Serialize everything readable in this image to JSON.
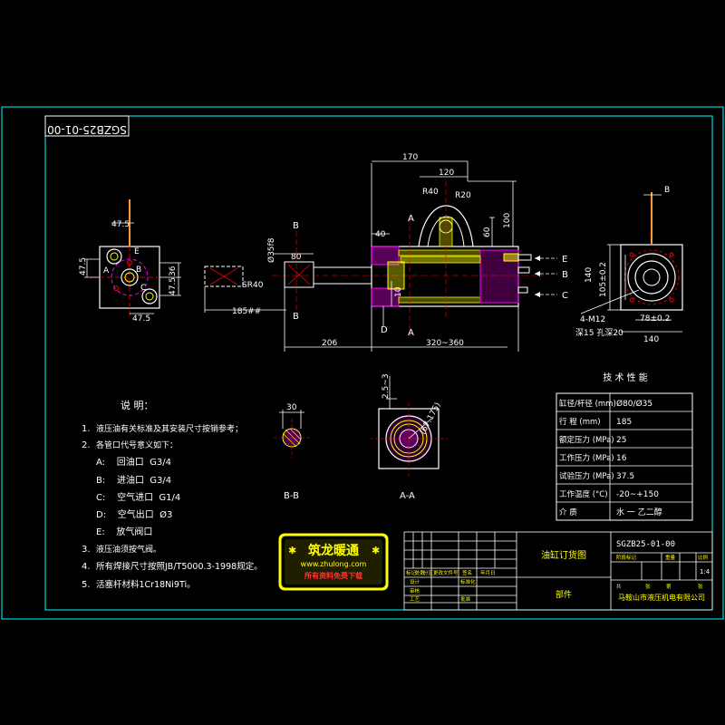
{
  "drawing_number": "SGZB25-01-00",
  "colors": {
    "background": "#000000",
    "frame": "#00ffff",
    "outline": "#ffffff",
    "dimension": "#ffffff",
    "hatch": "#ffff00",
    "section_fill": "#ff00ff",
    "accent": "#ff0000",
    "logo_yellow": "#ffff00",
    "logo_red": "#ff0000"
  },
  "dimensions": {
    "d_170": "170",
    "d_120": "120",
    "d_r40": "R40",
    "d_r20": "R20",
    "d_100": "100",
    "d_60": "60",
    "d_40": "40",
    "d_a": "A",
    "d_b": "B",
    "d_phi35f8": "Ø35f8",
    "d_80": "80",
    "d_sr40": "SR40",
    "d_185": "185##",
    "d_206": "206",
    "d_320_360": "320~360",
    "d_d": "D",
    "d_e": "E",
    "d_c": "C",
    "d_10": "10",
    "d_47_5": "47.5",
    "d_36": "36",
    "d_140": "140",
    "d_105": "105±0.2",
    "d_4m12": "4-M12",
    "d_78": "78±0.2",
    "d_deep": "深15 孔深20",
    "d_25_3": "2.5~3",
    "d_r67": "(67.175)",
    "d_30": "30",
    "view_bb": "B-B",
    "view_aa": "A-A"
  },
  "notes": {
    "title": "说 明：",
    "items": [
      {
        "num": "1.",
        "text": "液压油有关标准及其安装尺寸按销参考；"
      },
      {
        "num": "2.",
        "text": "各管口代号意义如下："
      },
      {
        "num": "",
        "text": "A:    回油口  G3/4"
      },
      {
        "num": "",
        "text": "B:    进油口  G3/4"
      },
      {
        "num": "",
        "text": "C:    空气进口  G1/4"
      },
      {
        "num": "",
        "text": "D:    空气出口  Ø3"
      },
      {
        "num": "",
        "text": "E:    放气阀口"
      },
      {
        "num": "3.",
        "text": "液压油须按气阀。"
      },
      {
        "num": "4.",
        "text": "所有焊接尺寸按照JB/T5000.3-1998规定。"
      },
      {
        "num": "5.",
        "text": "活塞杆材料1Cr18Ni9Ti。"
      }
    ]
  },
  "tech_table": {
    "title": "技 术 性 能",
    "rows": [
      {
        "label": "缸径/杆径 (mm)",
        "value": "Ø80/Ø35"
      },
      {
        "label": "行 程 (mm)",
        "value": "185"
      },
      {
        "label": "额定压力 (MPa)",
        "value": "25"
      },
      {
        "label": "工作压力 (MPa)",
        "value": "16"
      },
      {
        "label": "试验压力 (MPa)",
        "value": "37.5"
      },
      {
        "label": "工作温度 (°C)",
        "value": "-20~+150"
      },
      {
        "label": "介 质",
        "value": "水 一 乙二醇"
      }
    ]
  },
  "logo": {
    "name": "筑龙暖通",
    "url": "www.zhulong.com",
    "tagline": "所有资料免费下载"
  },
  "title_block": {
    "drawing_title": "油缸订货图",
    "drawing_number": "SGZB25-01-00",
    "part_name": "部件",
    "scale_value": "1:4",
    "company": "马鞍山市液压机电有限公司",
    "small": [
      "标记",
      "处数",
      "分区",
      "更改文件号",
      "签名",
      "年月日",
      "设计",
      "标准化",
      "审核",
      "工艺",
      "批准",
      "阶段标记",
      "重量",
      "比例",
      "共",
      "张",
      "第",
      "张"
    ]
  }
}
